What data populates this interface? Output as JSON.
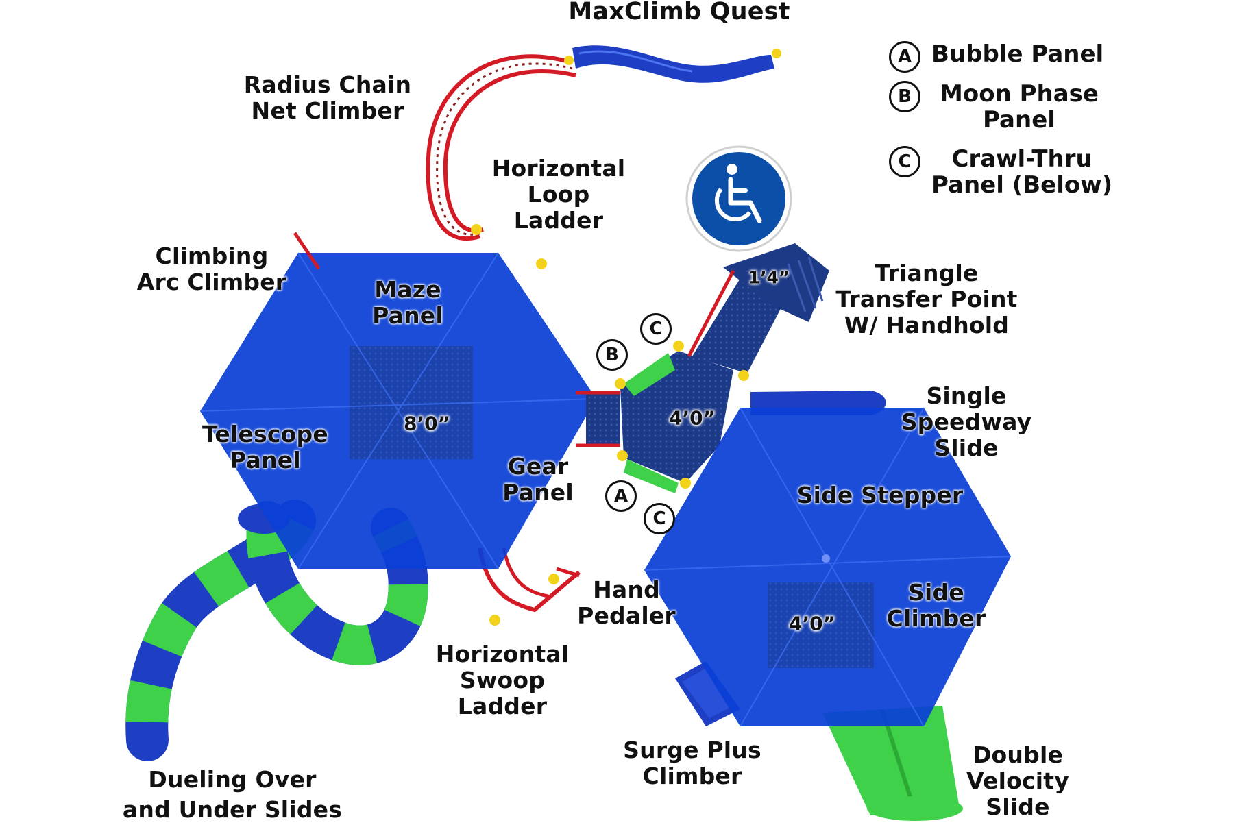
{
  "title": "MaxClimb Quest",
  "legend": [
    {
      "letter": "A",
      "lines": [
        "Bubble Panel"
      ]
    },
    {
      "letter": "B",
      "lines": [
        "Moon Phase",
        "Panel"
      ]
    },
    {
      "letter": "C",
      "lines": [
        "Crawl-Thru",
        "Panel (Below)"
      ]
    }
  ],
  "labels": {
    "radius_chain": [
      "Radius Chain",
      "Net Climber"
    ],
    "horizontal_loop": [
      "Horizontal",
      "Loop",
      "Ladder"
    ],
    "climbing_arc": [
      "Climbing",
      "Arc Climber"
    ],
    "maze_panel": [
      "Maze",
      "Panel"
    ],
    "telescope_panel": [
      "Telescope",
      "Panel"
    ],
    "gear_panel": [
      "Gear",
      "Panel"
    ],
    "triangle_transfer": [
      "Triangle",
      "Transfer Point",
      "W/ Handhold"
    ],
    "single_speedway": [
      "Single",
      "Speedway",
      "Slide"
    ],
    "side_stepper": [
      "Side Stepper"
    ],
    "side_climber": [
      "Side",
      "Climber"
    ],
    "hand_pedaler": [
      "Hand",
      "Pedaler"
    ],
    "horizontal_swoop": [
      "Horizontal",
      "Swoop",
      "Ladder"
    ],
    "surge_plus": [
      "Surge Plus",
      "Climber"
    ],
    "double_velocity": [
      "Double",
      "Velocity",
      "Slide"
    ],
    "dueling_slides": [
      "Dueling Over",
      "and Under Slides"
    ]
  },
  "measurements": {
    "left_deck": "8’0”",
    "center_deck": "4’0”",
    "right_deck": "4’0”",
    "transfer": "1’4”"
  },
  "markers": {
    "b": "B",
    "c_top": "C",
    "a": "A",
    "c_bottom": "C"
  },
  "colors": {
    "roof_blue": "#0a3fd6",
    "deck_navy": "#1b3b8c",
    "frame_red": "#d41a24",
    "slide_green": "#3fd14a",
    "slide_blue": "#1e3fc4",
    "post_yellow": "#f2d21a",
    "accessibility_blue": "#0b4fa8"
  },
  "icons": {
    "accessibility": "wheelchair-icon"
  }
}
